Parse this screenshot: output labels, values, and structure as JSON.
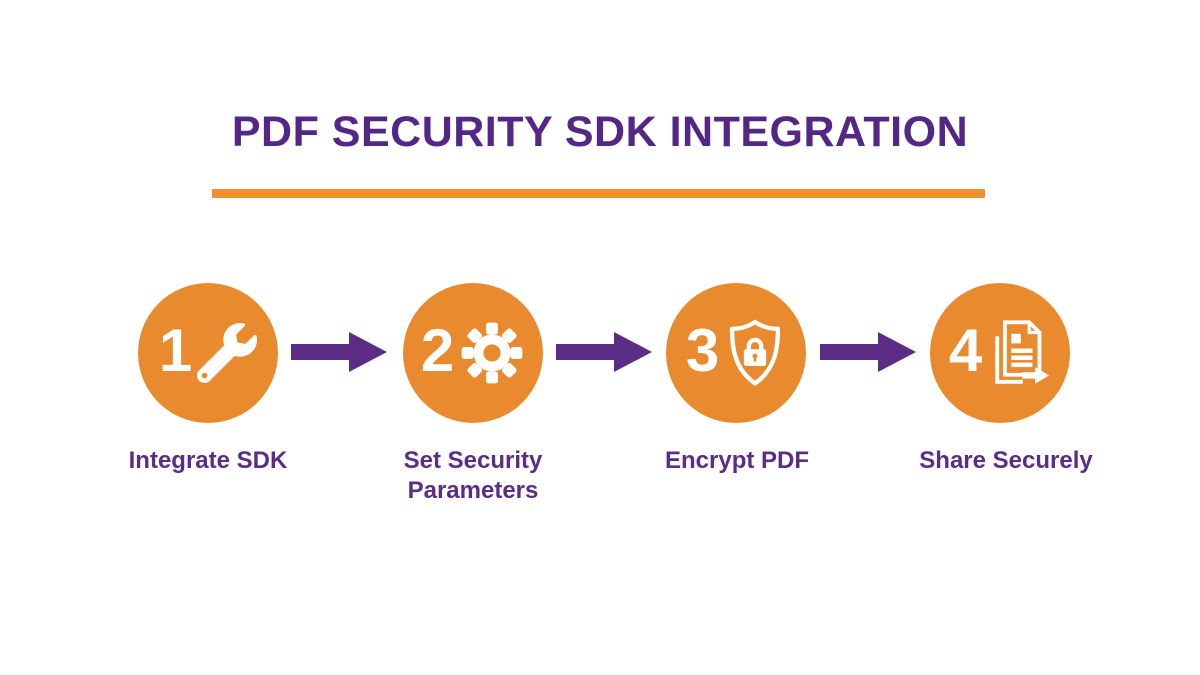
{
  "title": "PDF SECURITY SDK INTEGRATION",
  "colors": {
    "orange": "#E98A2F",
    "bar_orange": "#F0912D",
    "title_purple": "#542685",
    "text_purple": "#5B2D87",
    "arrow_purple": "#5B2D87",
    "icon_white": "#FFFFFF"
  },
  "steps": [
    {
      "number": "1",
      "label": "Integrate SDK",
      "icon": "wrench-icon"
    },
    {
      "number": "2",
      "label": "Set Security Parameters",
      "icon": "gear-icon"
    },
    {
      "number": "3",
      "label": "Encrypt PDF",
      "icon": "shield-lock-icon"
    },
    {
      "number": "4",
      "label": "Share Securely",
      "icon": "document-share-icon"
    }
  ],
  "arrows": {
    "count": 3,
    "direction": "right"
  }
}
